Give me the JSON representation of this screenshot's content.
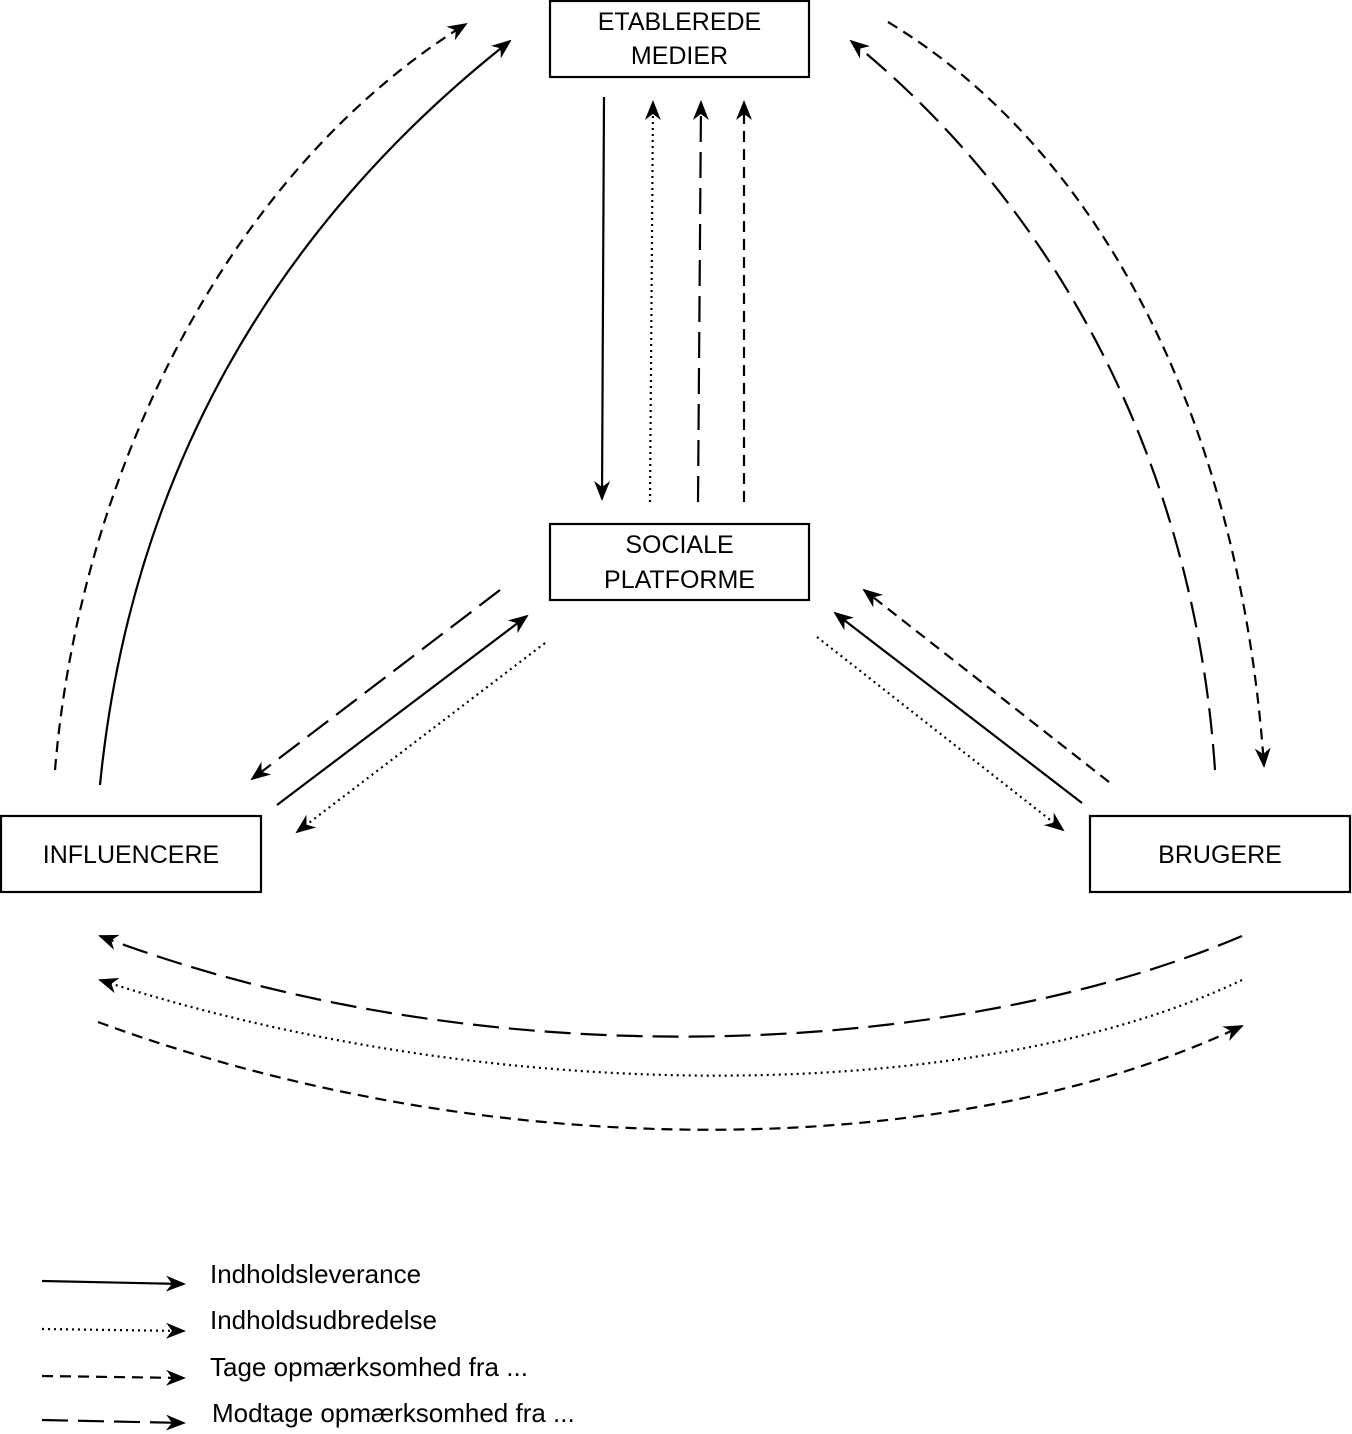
{
  "nodes": {
    "etablerede": {
      "line1": "ETABLEREDE",
      "line2": "MEDIER"
    },
    "sociale": {
      "line1": "SOCIALE",
      "line2": "PLATFORME"
    },
    "influencere": {
      "label": "INFLUENCERE"
    },
    "brugere": {
      "label": "BRUGERE"
    }
  },
  "legend": [
    {
      "label": "Indholdsleverance",
      "style": "solid"
    },
    {
      "label": "Indholdsudbredelse",
      "style": "dotted"
    },
    {
      "label": "Tage opmærksomhed fra ...",
      "style": "dashed"
    },
    {
      "label": "Modtage opmærksomhed fra ...",
      "style": "longdash"
    }
  ],
  "edges": [
    {
      "from": "etablerede",
      "to": "sociale",
      "style": "solid"
    },
    {
      "from": "sociale",
      "to": "etablerede",
      "style": "dotted"
    },
    {
      "from": "sociale",
      "to": "etablerede",
      "style": "longdash"
    },
    {
      "from": "sociale",
      "to": "etablerede",
      "style": "dashed"
    },
    {
      "from": "influencere",
      "to": "etablerede",
      "style": "dashed"
    },
    {
      "from": "influencere",
      "to": "etablerede",
      "style": "solid"
    },
    {
      "from": "brugere",
      "to": "etablerede",
      "style": "longdash"
    },
    {
      "from": "etablerede",
      "to": "brugere",
      "style": "dashed"
    },
    {
      "from": "sociale",
      "to": "influencere",
      "style": "longdash"
    },
    {
      "from": "influencere",
      "to": "sociale",
      "style": "solid"
    },
    {
      "from": "sociale",
      "to": "influencere",
      "style": "dotted"
    },
    {
      "from": "brugere",
      "to": "sociale",
      "style": "dashed"
    },
    {
      "from": "brugere",
      "to": "sociale",
      "style": "solid"
    },
    {
      "from": "sociale",
      "to": "brugere",
      "style": "dotted"
    },
    {
      "from": "brugere",
      "to": "influencere",
      "style": "longdash"
    },
    {
      "from": "brugere",
      "to": "influencere",
      "style": "dotted"
    },
    {
      "from": "influencere",
      "to": "brugere",
      "style": "dashed"
    }
  ]
}
